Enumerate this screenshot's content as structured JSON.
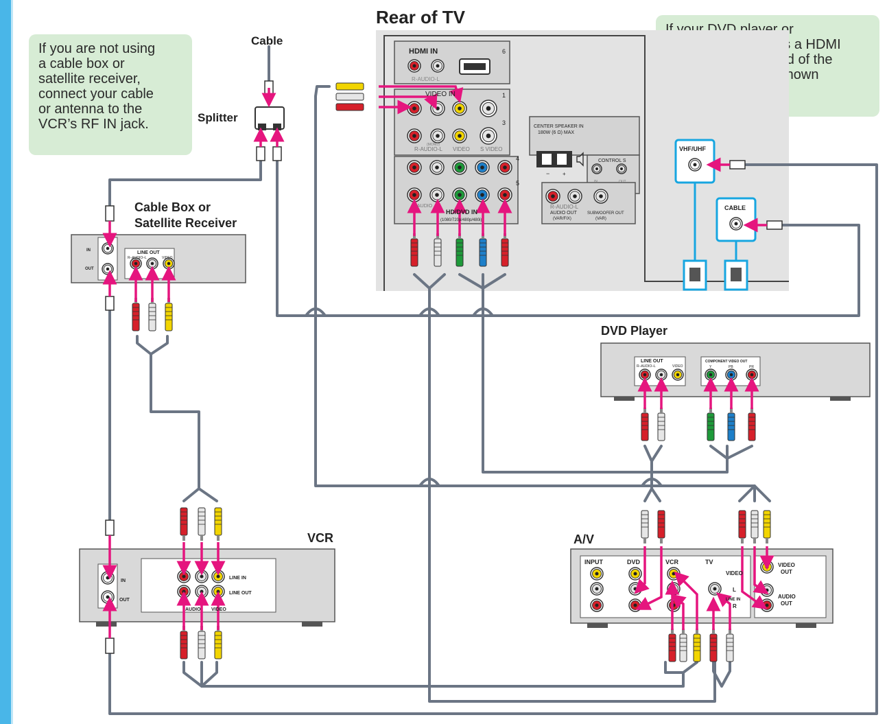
{
  "notes": {
    "left": "If you are not using\na cable box or\nsatellite receiver,\nconnect your cable\nor antenna to the\nVCR’s RF IN jack.",
    "right": "If your DVD player or\nsatellite receiver has a HDMI\njack, use that instead of the\nvideo connections shown\nhere."
  },
  "titles": {
    "rear_tv": "Rear of TV",
    "cable": "Cable",
    "splitter": "Splitter",
    "cable_box_line1": "Cable Box or",
    "cable_box_line2": "Satellite Receiver",
    "dvd_player": "DVD Player",
    "vcr": "VCR",
    "av": "A/V"
  },
  "tv_panel": {
    "hdmi_in": "HDMI IN",
    "hdmi_num": "6",
    "video_in": "VIDEO IN",
    "num1": "1",
    "num3": "3",
    "num4": "4",
    "num5": "5",
    "r_audio_l": "R-AUDIO-L",
    "mono": "(MONO)",
    "video": "VIDEO",
    "s_video": "S VIDEO",
    "center_speaker_1": "CENTER SPEAKER IN",
    "center_speaker_2": "180W (6 Ω) MAX",
    "minus": "−",
    "plus": "+",
    "control_s": "CONTROL S",
    "ctrl_in": "IN",
    "ctrl_out": "OUT",
    "hd_dvd_in": "HD/DVD IN",
    "hd_dvd_res": "(1080/720p/480p/480i)",
    "audio_label": "AUDIO",
    "audio_out": "AUDIO OUT",
    "var_fix": "(VAR/FIX)",
    "subwoofer": "SUBWOOFER OUT",
    "sub_var": "(VAR)",
    "vhf_uhf": "VHF/UHF",
    "cable_jack": "CABLE"
  },
  "cable_box": {
    "in": "IN",
    "out": "OUT",
    "line_out": "LINE OUT",
    "r_audio_l": "R–AUDIO–L",
    "video": "VIDEO"
  },
  "dvd": {
    "line_out": "LINE OUT",
    "r_audio_l": "R–AUDIO–L",
    "video": "VIDEO",
    "component": "COMPONENT VIDEO OUT",
    "y": "Y",
    "pb": "PB",
    "pr": "PR"
  },
  "vcr": {
    "in": "IN",
    "out": "OUT",
    "line_in": "LINE IN",
    "line_out": "LINE OUT",
    "audio": "AUDIO",
    "video": "VIDEO"
  },
  "av": {
    "input": "INPUT",
    "dvd": "DVD",
    "vcr": "VCR",
    "tv": "TV",
    "video": "VIDEO",
    "l": "L",
    "line_in": "LINE IN",
    "r": "R",
    "video_out_1": "VIDEO",
    "video_out_2": "OUT",
    "audio_out_1": "AUDIO",
    "audio_out_2": "OUT"
  },
  "colors": {
    "sidebar": "#49b6e8",
    "note_bg": "#d7ecd5",
    "panel": "#d9d9d9",
    "device": "#d9d9d9",
    "wire": "#6b7584",
    "arrow": "#e5157e",
    "highlight": "#17a6e0",
    "jack_red": "#d6202a",
    "jack_white": "#e6e6e6",
    "jack_yellow": "#f2d500",
    "jack_green": "#1e9a3a",
    "jack_blue": "#1d7fc9"
  }
}
